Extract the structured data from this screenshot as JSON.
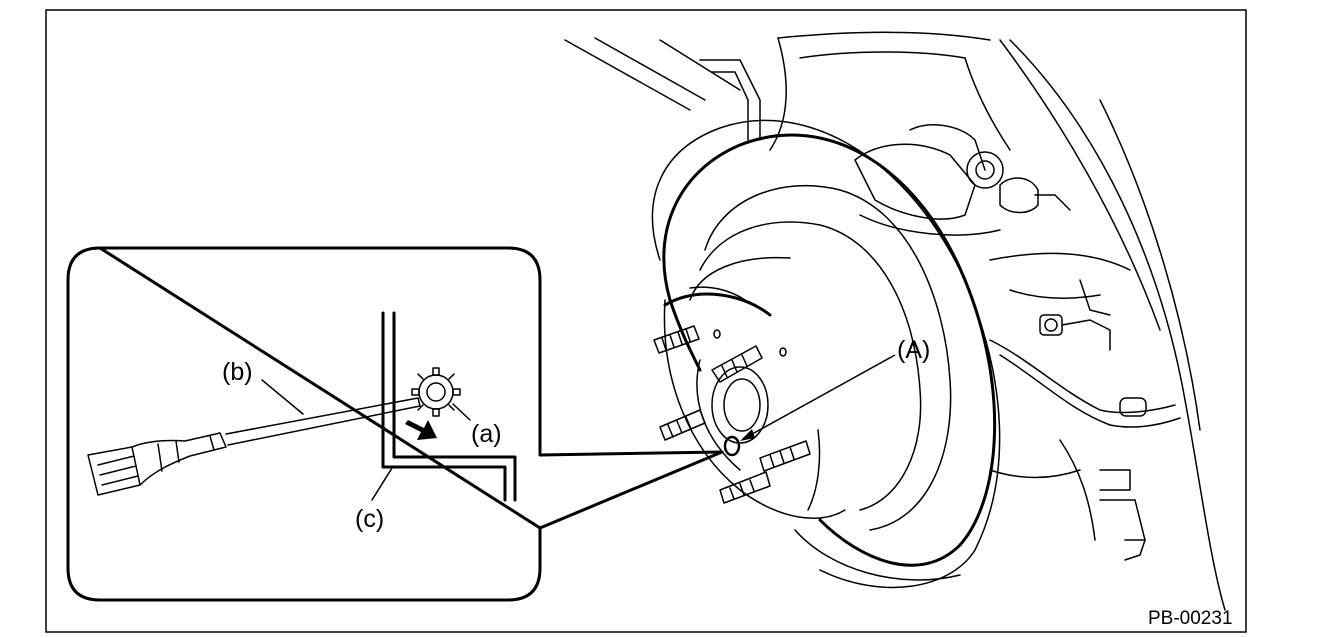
{
  "labels": {
    "adjuster": "(a)",
    "screwdriver": "(b)",
    "backplate": "(c)",
    "access_hole": "(A)"
  },
  "figure_code": "PB-00231"
}
